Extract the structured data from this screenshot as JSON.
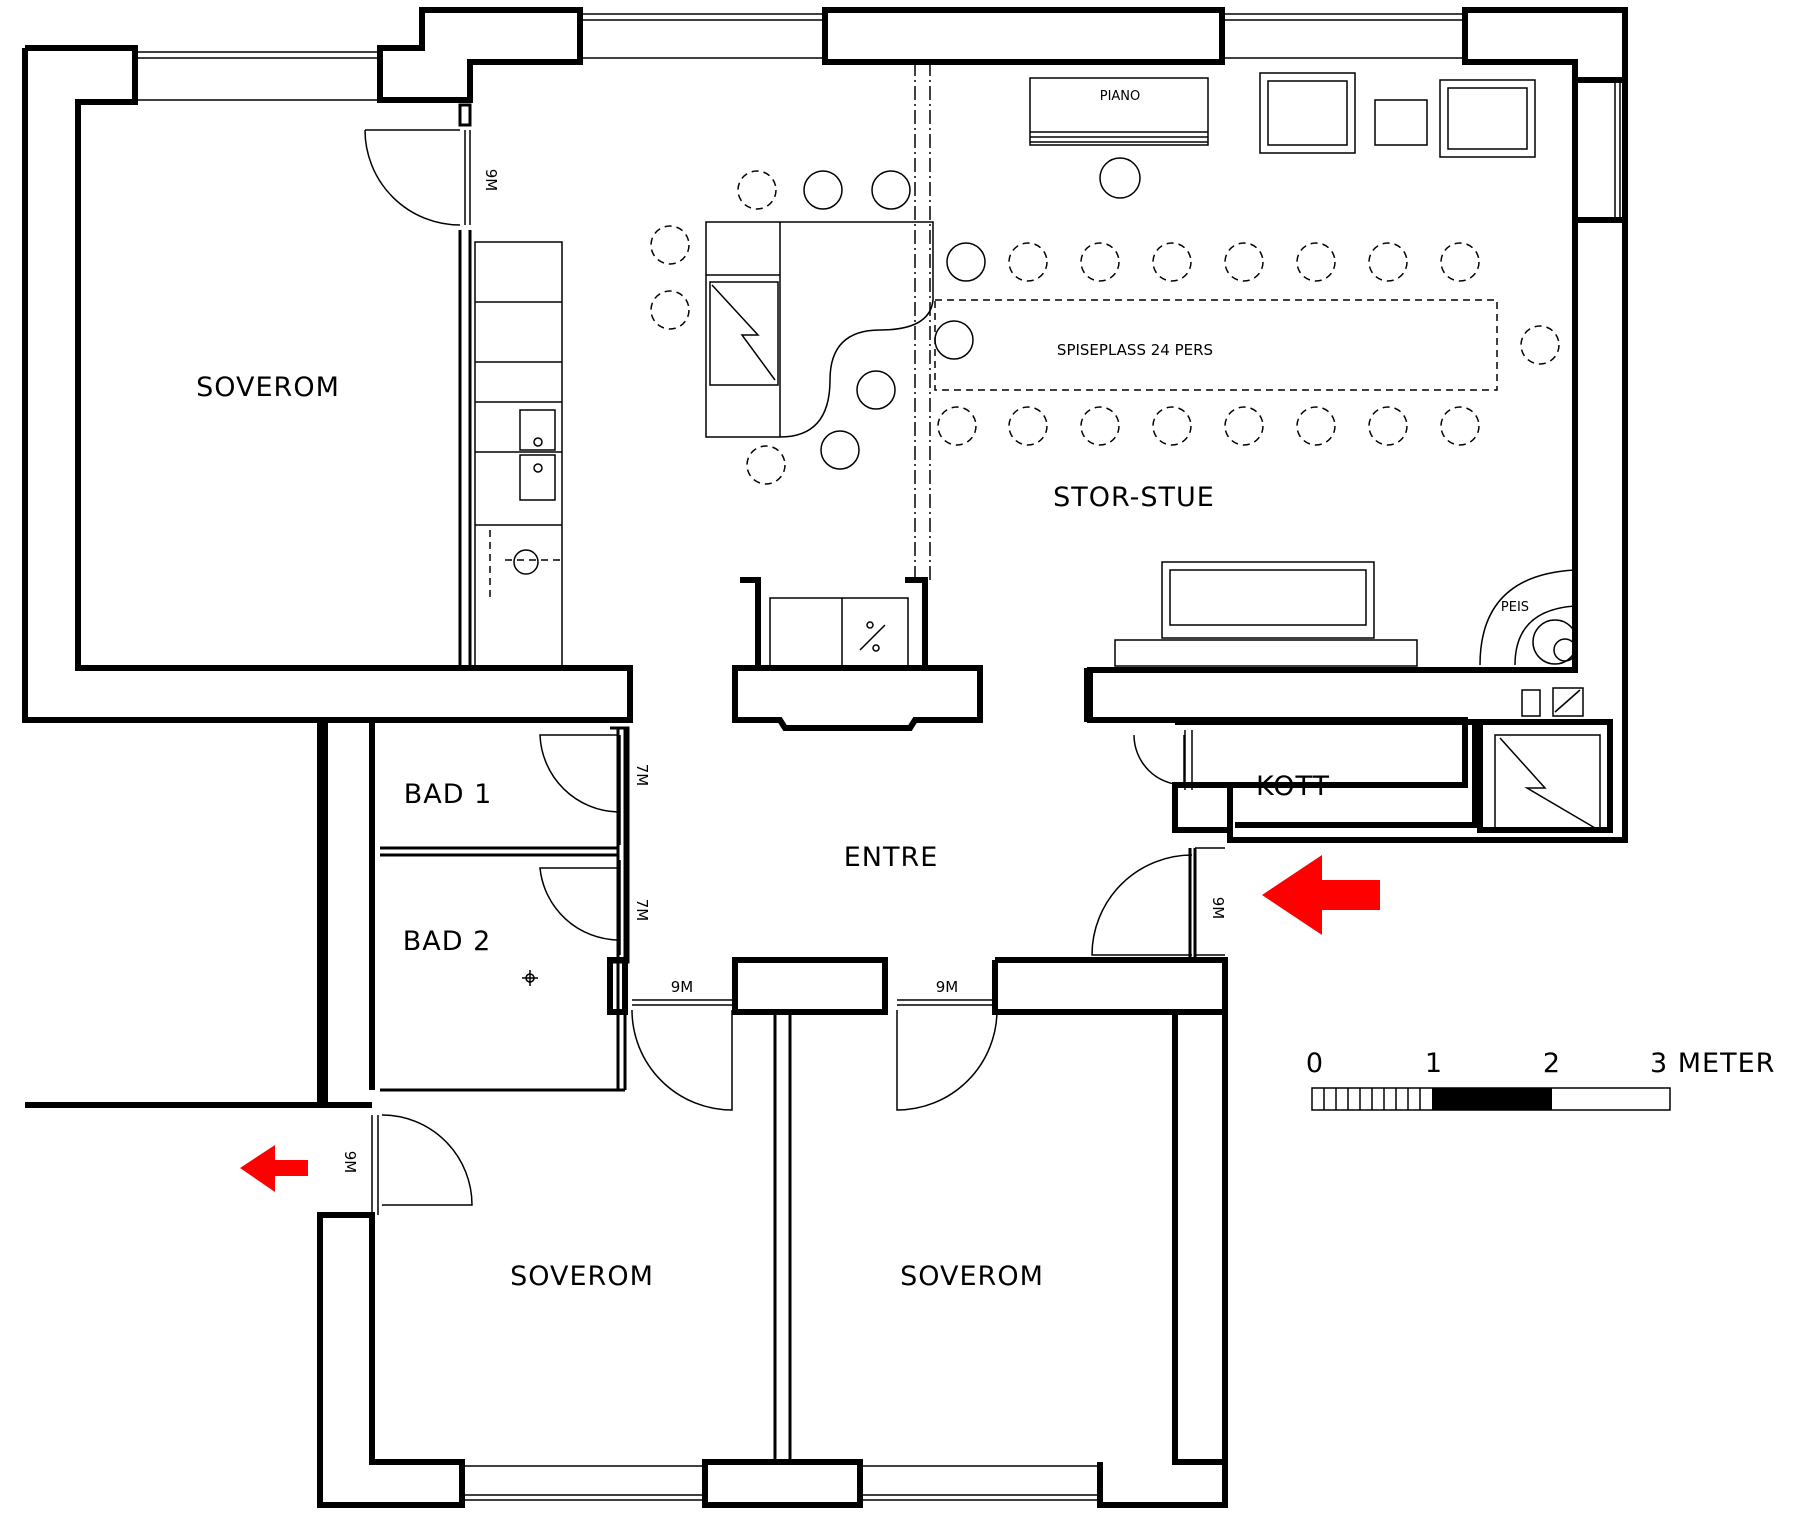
{
  "rooms": {
    "soverom_top": "SOVEROM",
    "stor_stue": "STOR-STUE",
    "spiseplass": "SPISEPLASS 24 PERS",
    "piano": "PIANO",
    "peis": "PEIS",
    "bad1": "BAD 1",
    "bad2": "BAD 2",
    "entre": "ENTRE",
    "kott": "KOTT",
    "soverom_bl": "SOVEROM",
    "soverom_br": "SOVEROM"
  },
  "door_labels": {
    "d_soverom_top": "9M",
    "d_bad1": "7M",
    "d_bad2": "7M",
    "d_entry": "9M",
    "d_soverom_bl": "9M",
    "d_soverom_br": "9M",
    "d_exit_left": "9M"
  },
  "scale_bar": {
    "tick0": "0",
    "tick1": "1",
    "tick2": "2",
    "tick3": "3 METER"
  },
  "colors": {
    "wall": "#000000",
    "arrow": "#ff0000"
  }
}
